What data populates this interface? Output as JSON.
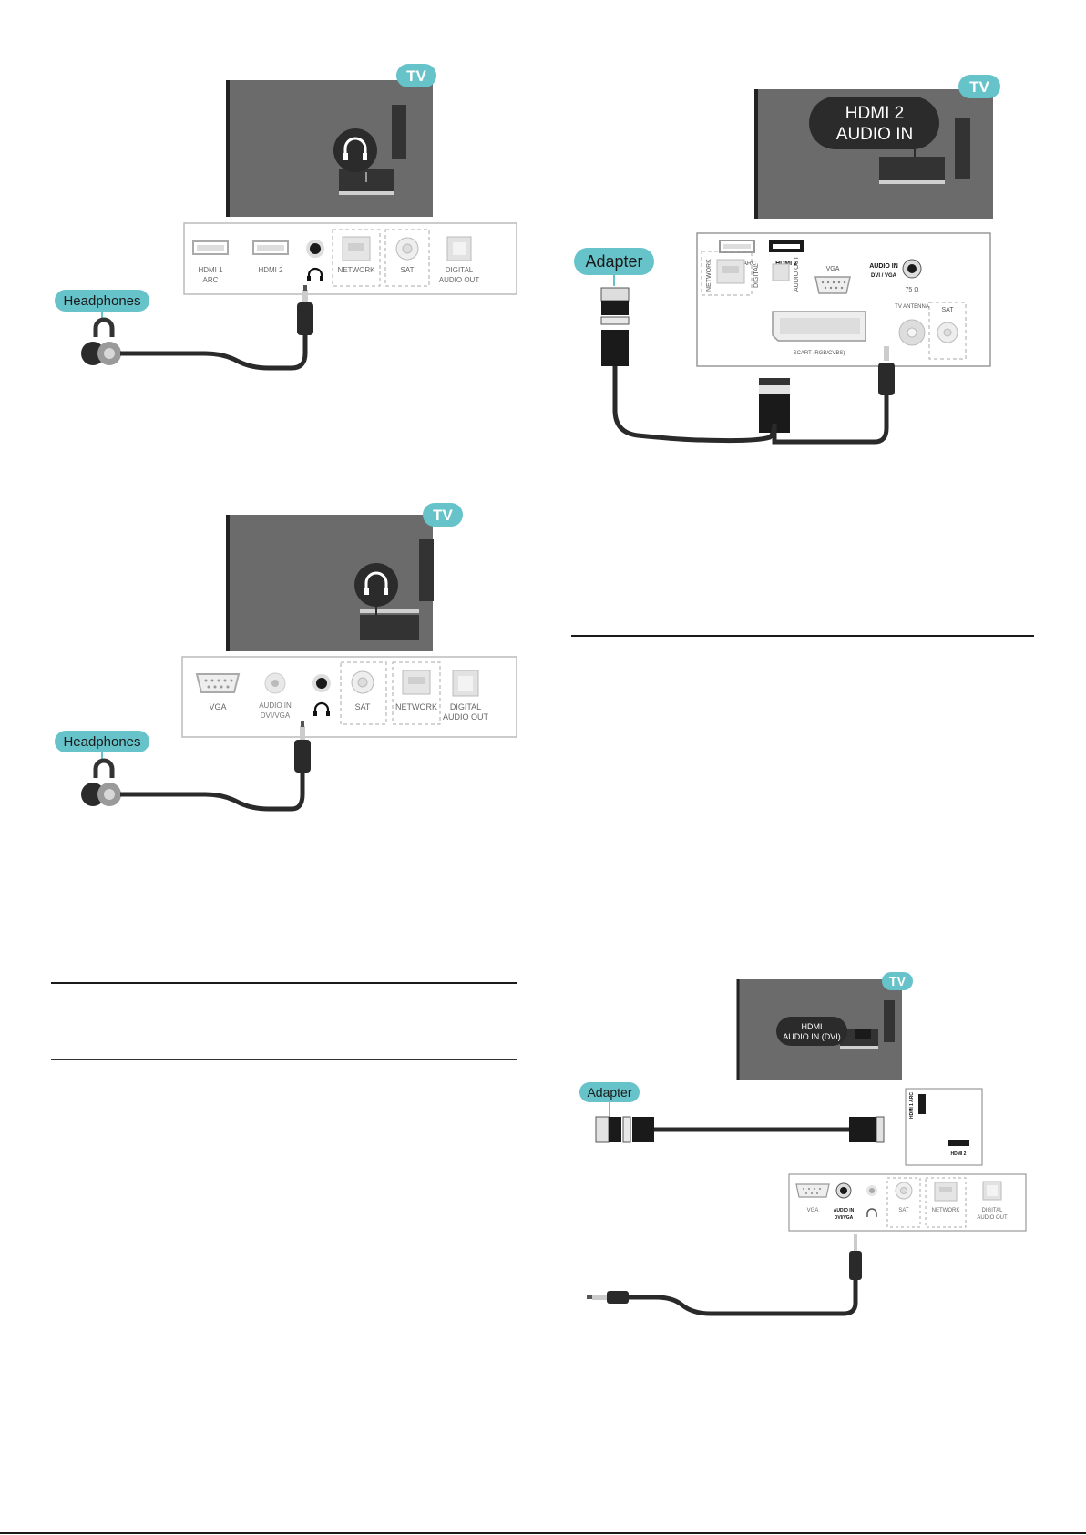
{
  "tv_tag": "TV",
  "headphones_label": "Headphones",
  "adapter_label": "Adapter",
  "figure1": {
    "ports": [
      "HDMI 1",
      "ARC",
      "HDMI 2",
      "NETWORK",
      "SAT",
      "DIGITAL",
      "AUDIO OUT"
    ]
  },
  "figure2": {
    "ports": [
      "VGA",
      "AUDIO IN",
      "DVI/VGA",
      "SAT",
      "NETWORK",
      "DIGITAL",
      "AUDIO OUT"
    ]
  },
  "figure3": {
    "callout_line1": "HDMI 2",
    "callout_line2": "AUDIO IN",
    "ports": [
      "HDMI 1 ARC",
      "HDMI 2",
      "VGA",
      "AUDIO IN",
      "DVI / VGA",
      "NETWORK",
      "DIGITAL",
      "AUDIO OUT",
      "75 Ω",
      "TV ANTENNA",
      "SAT",
      "SCART (RGB/CVBS)"
    ]
  },
  "figure4": {
    "callout_line1": "HDMI",
    "callout_line2": "AUDIO IN (DVI)",
    "side_ports": [
      "HDMI 1 ARC",
      "HDMI 2"
    ],
    "ports": [
      "VGA",
      "AUDIO IN",
      "DVI/VGA",
      "SAT",
      "NETWORK",
      "DIGITAL",
      "AUDIO OUT"
    ]
  }
}
